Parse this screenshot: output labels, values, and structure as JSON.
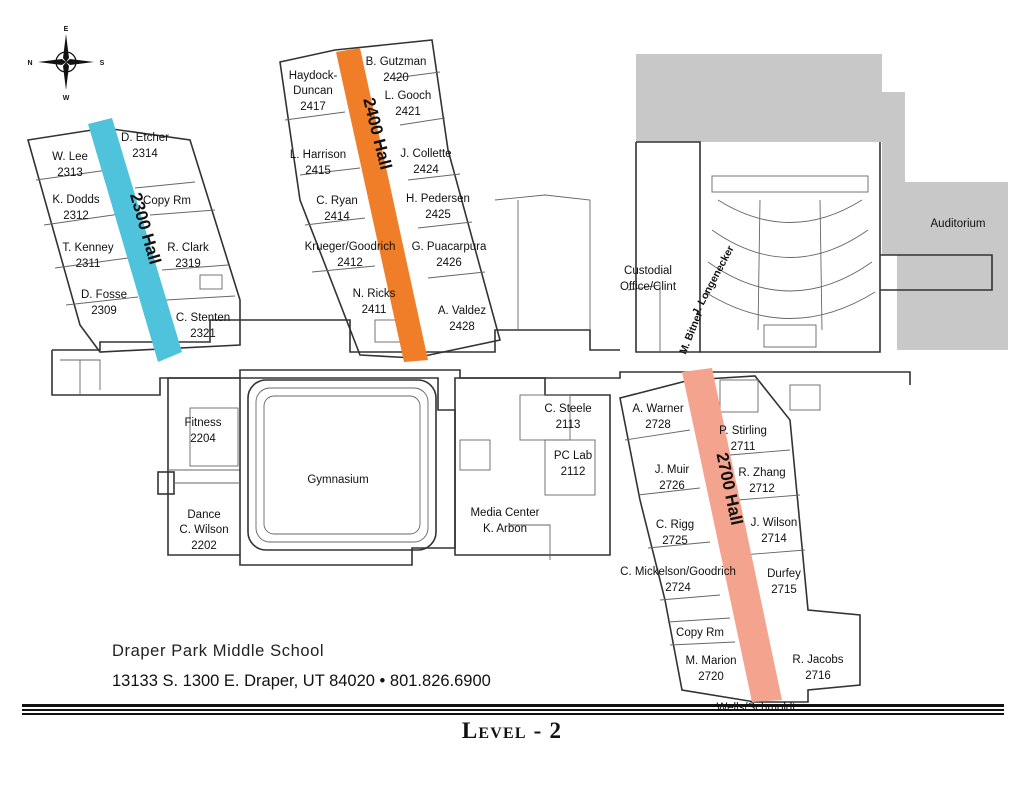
{
  "compass": {
    "n": "N",
    "s": "S",
    "e": "E",
    "w": "W"
  },
  "halls": {
    "h2300": "2300 Hall",
    "h2400": "2400 Hall",
    "h2700": "2700 Hall"
  },
  "colors": {
    "hall_2300": "#4fc3dc",
    "hall_2400": "#f07d28",
    "hall_2700": "#f4a48e",
    "auditorium": "#c8c8c8"
  },
  "rooms": {
    "r2314": [
      "D. Etcher",
      "2314"
    ],
    "r2313": [
      "W. Lee",
      "2313"
    ],
    "r2312": [
      "K. Dodds",
      "2312"
    ],
    "copy2300": [
      "Copy Rm"
    ],
    "r2311": [
      "T. Kenney",
      "2311"
    ],
    "r2319": [
      "R. Clark",
      "2319"
    ],
    "r2309": [
      "D. Fosse",
      "2309"
    ],
    "r2321": [
      "C. Stenten",
      "2321"
    ],
    "r2420": [
      "B. Gutzman",
      "2420"
    ],
    "r2417": [
      "Haydock-",
      "Duncan",
      "2417"
    ],
    "r2421": [
      "L. Gooch",
      "2421"
    ],
    "r2415": [
      "L. Harrison",
      "2415"
    ],
    "r2424": [
      "J. Collette",
      "2424"
    ],
    "r2414": [
      "C. Ryan",
      "2414"
    ],
    "r2425": [
      "H. Pedersen",
      "2425"
    ],
    "r2412": [
      "Krueger/Goodrich",
      "2412"
    ],
    "r2426": [
      "G. Puacarpura",
      "2426"
    ],
    "r2411": [
      "N. Ricks",
      "2411"
    ],
    "r2428": [
      "A. Valdez",
      "2428"
    ],
    "custodial": [
      "Custodial",
      "Office/Clint"
    ],
    "longenecker": "J. Longenecker",
    "bitner": "M. Bitner",
    "auditorium": [
      "Auditorium"
    ],
    "fitness": [
      "Fitness",
      "2204"
    ],
    "gym": [
      "Gymnasium"
    ],
    "dance": [
      "Dance",
      "C. Wilson",
      "2202"
    ],
    "r2113": [
      "C. Steele",
      "2113"
    ],
    "r2112": [
      "PC Lab",
      "2112"
    ],
    "media": [
      "Media Center",
      "K. Arbon"
    ],
    "r2728": [
      "A. Warner",
      "2728"
    ],
    "r2711": [
      "P. Stirling",
      "2711"
    ],
    "r2726": [
      "J. Muir",
      "2726"
    ],
    "r2712": [
      "R. Zhang",
      "2712"
    ],
    "r2725": [
      "C. Rigg",
      "2725"
    ],
    "r2714": [
      "J. Wilson",
      "2714"
    ],
    "r2724": [
      "C. Mickelson/Goodrich",
      "2724"
    ],
    "r2715": [
      "Durfey",
      "2715"
    ],
    "copy2700": [
      "Copy Rm"
    ],
    "r2720": [
      "M. Marion",
      "2720"
    ],
    "r2716": [
      "R. Jacobs",
      "2716"
    ],
    "wells": [
      "Wells/Schmoldt"
    ]
  },
  "footer": {
    "name": "Draper Park Middle  School",
    "address": "13133 S. 1300 E. Draper, UT 84020  •  801.826.6900",
    "level": "Level - 2"
  }
}
